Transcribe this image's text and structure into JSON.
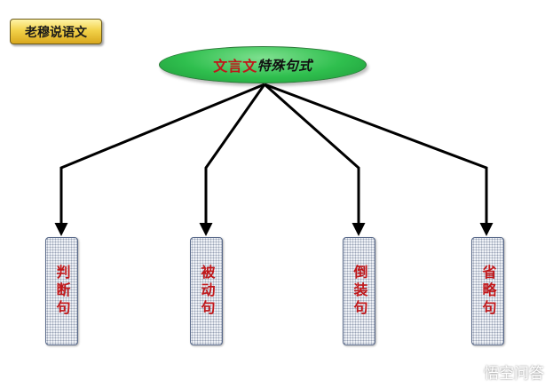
{
  "header": {
    "title": "老穆说语文"
  },
  "root": {
    "keyword": "文言文",
    "rest": "特殊句式"
  },
  "categories": [
    {
      "label": "判断句"
    },
    {
      "label": "被动句"
    },
    {
      "label": "倒装句"
    },
    {
      "label": "省略句"
    }
  ],
  "watermark": {
    "text": "悟空问答"
  },
  "colors": {
    "arrow": "#000000",
    "label_red": "#c0171a",
    "root_green": "#2fbf4e",
    "badge_gold": "#f2d24a"
  }
}
